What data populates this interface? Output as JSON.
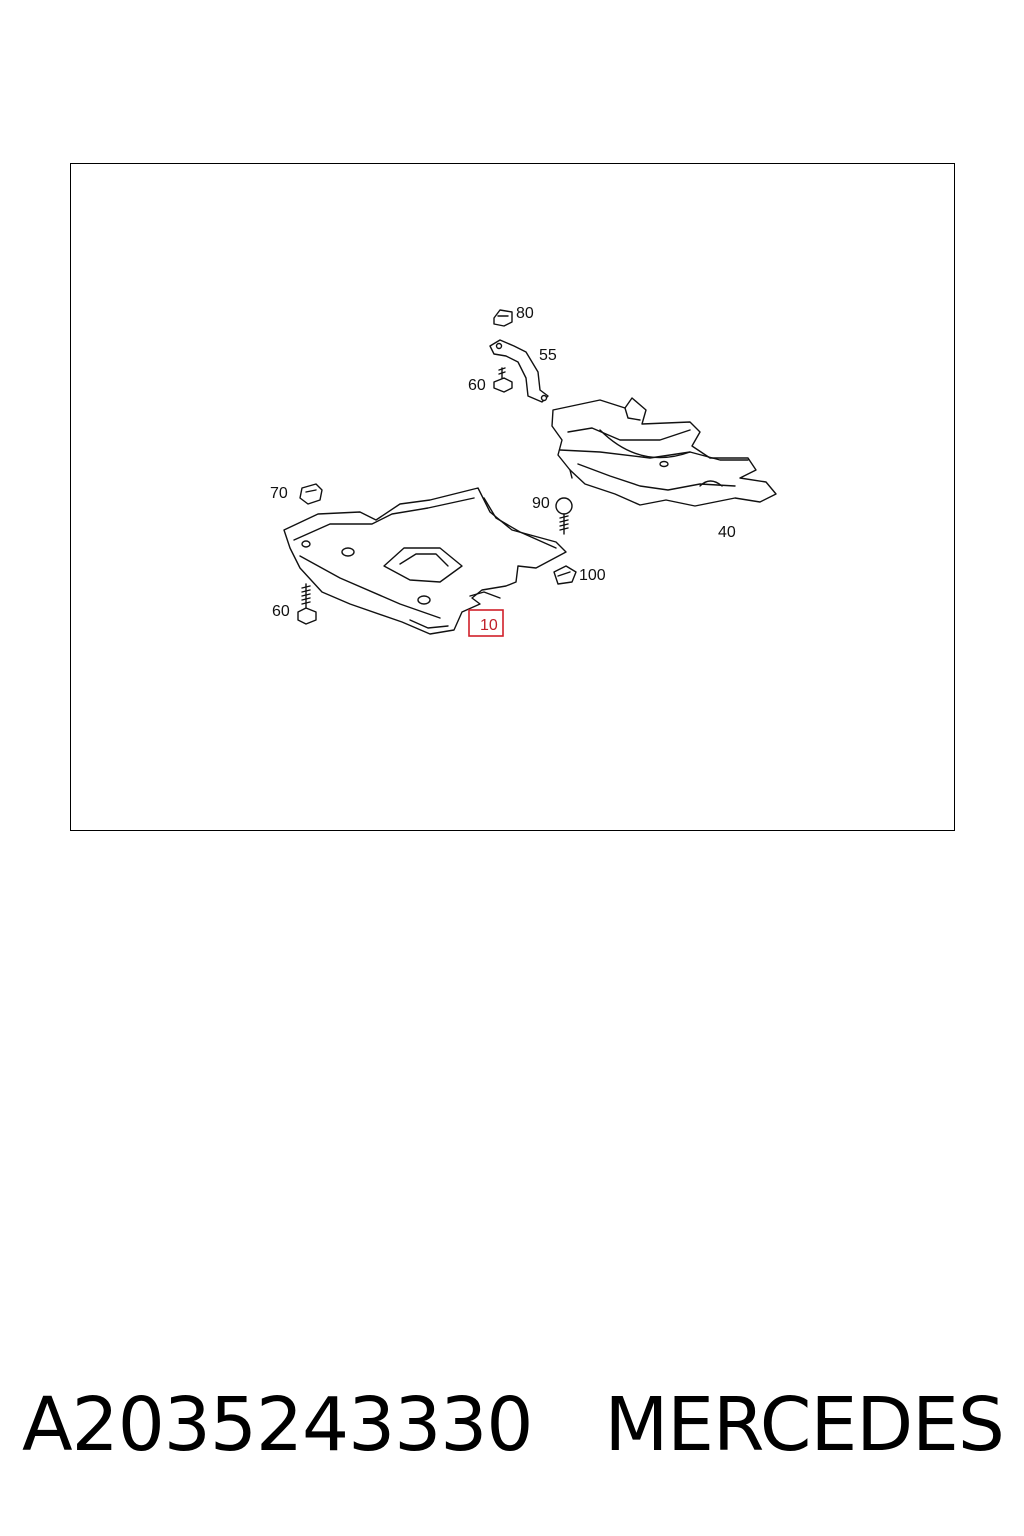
{
  "diagram": {
    "callouts": {
      "c10": "10",
      "c40": "40",
      "c55": "55",
      "c60_top": "60",
      "c60_bottom": "60",
      "c70": "70",
      "c80": "80",
      "c90": "90",
      "c100": "100"
    },
    "highlighted_callout": "10",
    "highlight_color": "#d0202a"
  },
  "footer": {
    "part_number": "A2035243330",
    "brand": "MERCEDES"
  }
}
